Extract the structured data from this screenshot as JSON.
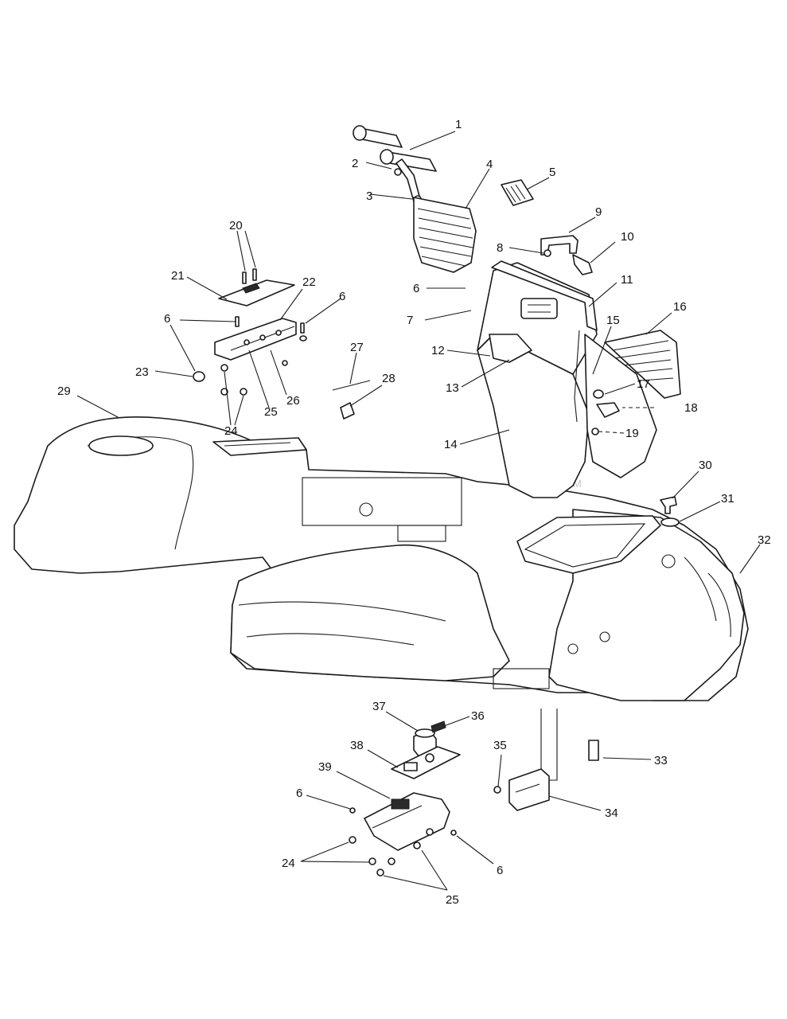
{
  "watermark": {
    "text": "PartsTree",
    "tm": "TM"
  },
  "callouts": [
    {
      "id": "1",
      "label": "1"
    },
    {
      "id": "2",
      "label": "2"
    },
    {
      "id": "3",
      "label": "3"
    },
    {
      "id": "4",
      "label": "4"
    },
    {
      "id": "5",
      "label": "5"
    },
    {
      "id": "9",
      "label": "9"
    },
    {
      "id": "8",
      "label": "8"
    },
    {
      "id": "10",
      "label": "10"
    },
    {
      "id": "6a",
      "label": "6"
    },
    {
      "id": "11",
      "label": "11"
    },
    {
      "id": "7",
      "label": "7"
    },
    {
      "id": "16",
      "label": "16"
    },
    {
      "id": "15",
      "label": "15"
    },
    {
      "id": "12",
      "label": "12"
    },
    {
      "id": "13",
      "label": "13"
    },
    {
      "id": "17",
      "label": "17"
    },
    {
      "id": "18",
      "label": "18"
    },
    {
      "id": "14",
      "label": "14"
    },
    {
      "id": "19",
      "label": "19"
    },
    {
      "id": "20",
      "label": "20"
    },
    {
      "id": "21",
      "label": "21"
    },
    {
      "id": "22",
      "label": "22"
    },
    {
      "id": "6b",
      "label": "6"
    },
    {
      "id": "6c",
      "label": "6"
    },
    {
      "id": "23",
      "label": "23"
    },
    {
      "id": "27",
      "label": "27"
    },
    {
      "id": "28",
      "label": "28"
    },
    {
      "id": "26",
      "label": "26"
    },
    {
      "id": "25a",
      "label": "25"
    },
    {
      "id": "24a",
      "label": "24"
    },
    {
      "id": "29",
      "label": "29"
    },
    {
      "id": "30",
      "label": "30"
    },
    {
      "id": "31",
      "label": "31"
    },
    {
      "id": "32",
      "label": "32"
    },
    {
      "id": "37",
      "label": "37"
    },
    {
      "id": "36",
      "label": "36"
    },
    {
      "id": "38",
      "label": "38"
    },
    {
      "id": "39",
      "label": "39"
    },
    {
      "id": "35",
      "label": "35"
    },
    {
      "id": "33",
      "label": "33"
    },
    {
      "id": "6d",
      "label": "6"
    },
    {
      "id": "34",
      "label": "34"
    },
    {
      "id": "24b",
      "label": "24"
    },
    {
      "id": "6e",
      "label": "6"
    },
    {
      "id": "25b",
      "label": "25"
    }
  ]
}
